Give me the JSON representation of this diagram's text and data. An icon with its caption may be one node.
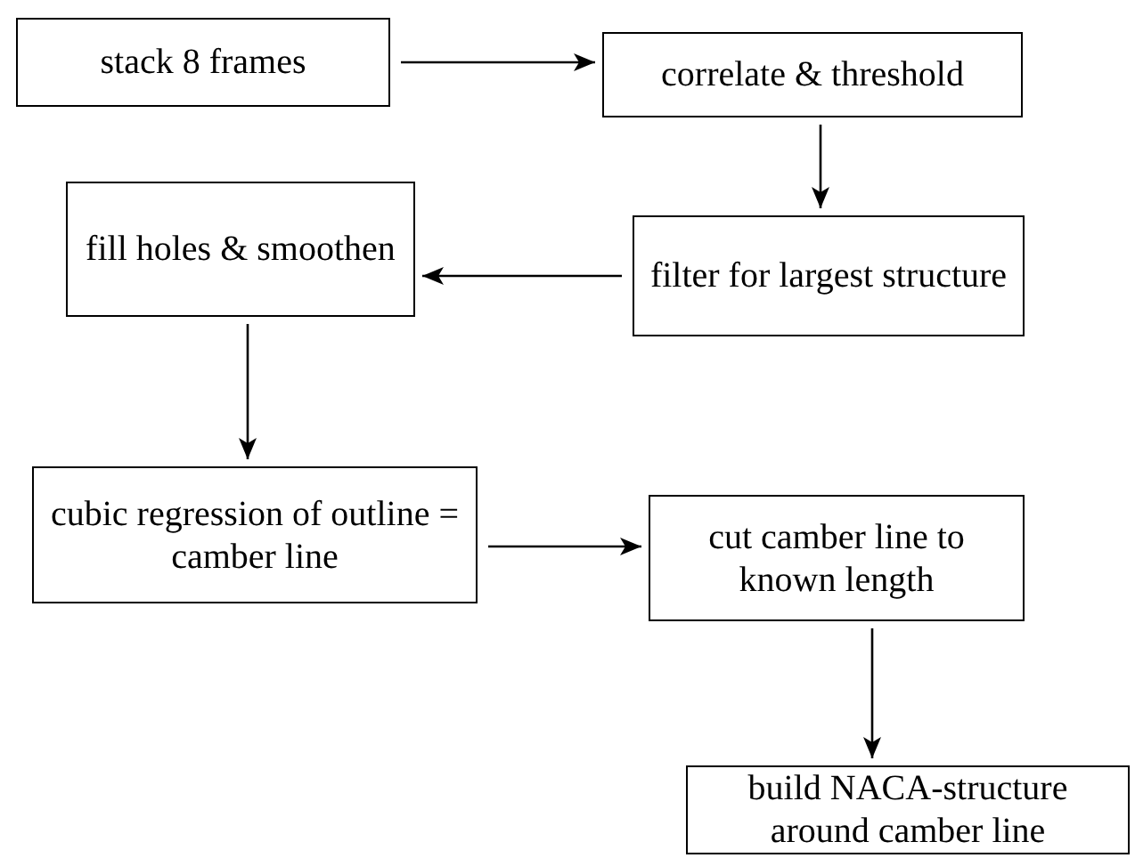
{
  "diagram": {
    "nodes": [
      {
        "text": [
          "stack 8 frames"
        ]
      },
      {
        "text": [
          "correlate & threshold"
        ]
      },
      {
        "text": [
          "filter for largest structure"
        ]
      },
      {
        "text": [
          "fill holes & smoothen"
        ]
      },
      {
        "text": [
          "cubic regression of outline = camber line"
        ]
      },
      {
        "text": [
          "cut camber line to known length"
        ]
      },
      {
        "text": [
          "build NACA-structure around camber line"
        ]
      }
    ],
    "edges": [
      {
        "from": 0,
        "to": 1,
        "arrow": "to"
      },
      {
        "from": 1,
        "to": 2,
        "arrow": "to"
      },
      {
        "from": 2,
        "to": 3,
        "arrow": "to"
      },
      {
        "from": 3,
        "to": 4,
        "arrow": "to"
      },
      {
        "from": 4,
        "to": 5,
        "arrow": "to"
      },
      {
        "from": 5,
        "to": 6,
        "arrow": "to"
      }
    ]
  }
}
